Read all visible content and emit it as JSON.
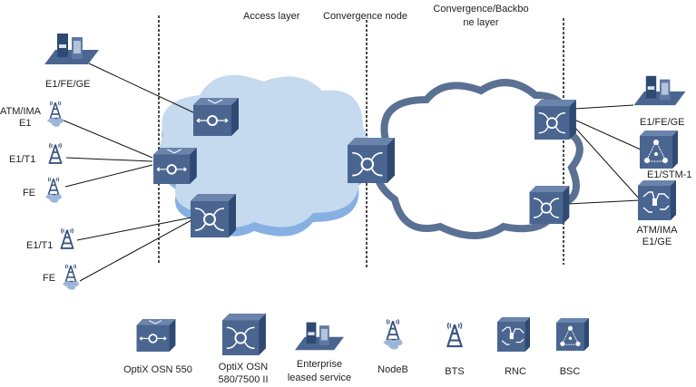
{
  "layers": {
    "access": "Access layer",
    "convergence_node": "Convergence node",
    "backbone_line1": "Convergence/Backbo",
    "backbone_line2": "ne layer"
  },
  "left_sites": {
    "building": "E1/FE/GE",
    "nodeb1_line1": "ATM/IMA",
    "nodeb1_line2": "E1",
    "bts1": "E1/T1",
    "nodeb2": "FE",
    "bts2": "E1/T1",
    "nodeb3": "FE"
  },
  "right_sites": {
    "building": "E1/FE/GE",
    "bsc": "E1/STM-1",
    "rnc_line1": "ATM/IMA",
    "rnc_line2": "E1/GE"
  },
  "legend": {
    "osn550": "OptiX OSN 550",
    "osn580_line1": "OptiX OSN",
    "osn580_line2": "580/7500 II",
    "enterprise_line1": "Enterprise",
    "enterprise_line2": "leased service",
    "nodeb": "NodeB",
    "bts": "BTS",
    "rnc": "RNC",
    "bsc": "BSC"
  },
  "colors": {
    "device": "#4a6690",
    "access_cloud": "#c5d9ef",
    "access_cloud_shadow": "#86b0e2",
    "backbone_cloud_outline": "#5a7194"
  }
}
